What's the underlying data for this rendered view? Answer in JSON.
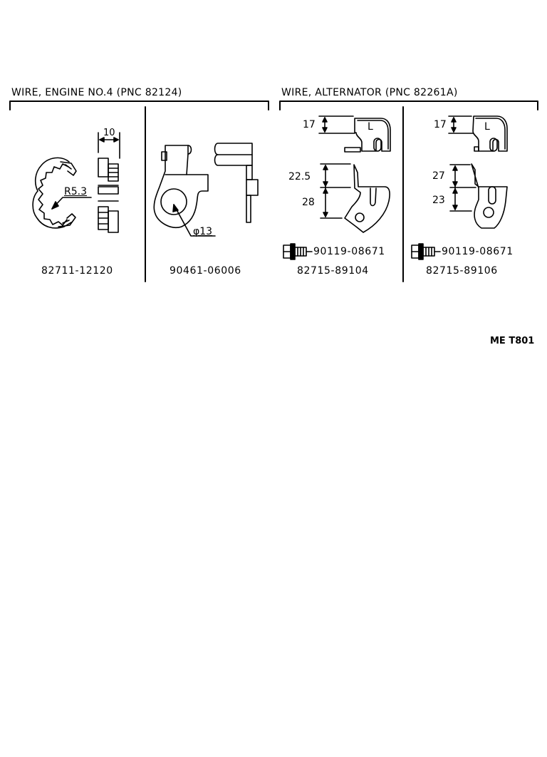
{
  "sections": [
    {
      "title": "WIRE, ENGINE NO.4 (PNC 82124)",
      "parts": [
        {
          "part_number": "82711-12120",
          "dimensions": {
            "width": "10",
            "radius": "R5.3"
          }
        },
        {
          "part_number": "90461-06006",
          "dimensions": {
            "diameter": "φ13"
          }
        }
      ]
    },
    {
      "title": "WIRE, ALTERNATOR (PNC 82261A)",
      "parts": [
        {
          "part_number": "82715-89104",
          "bolt_part_number": "90119-08671",
          "dimensions": {
            "upper_height": "17",
            "lower_top": "22.5",
            "lower_bottom": "28"
          },
          "bracket_label": "L"
        },
        {
          "part_number": "82715-89106",
          "bolt_part_number": "90119-08671",
          "dimensions": {
            "upper_height": "17",
            "lower_top": "27",
            "lower_bottom": "23"
          },
          "bracket_label": "L"
        }
      ]
    }
  ],
  "figure_code": "ME T801"
}
